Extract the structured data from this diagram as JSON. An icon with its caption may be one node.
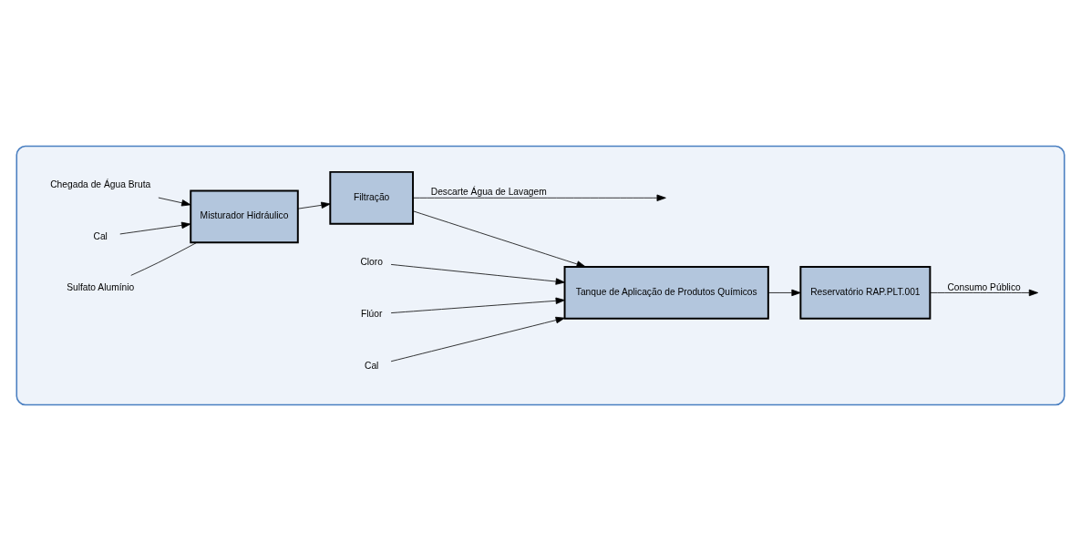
{
  "diagram": {
    "nodes": [
      {
        "text": [],
        "shape": "box"
      },
      {
        "text": [
          "Chegada de Água Bruta"
        ],
        "in": 0
      },
      {
        "text": [
          "Misturador Hidráulico"
        ],
        "in": 0
      },
      {
        "text": [
          "Filtração"
        ],
        "in": 0
      },
      {
        "text": [
          "Tanque de Aplicação de Produtos Químicos"
        ],
        "in": 0
      },
      {
        "text": [
          "Reservatório RAP.PLT.001"
        ],
        "in": 0
      },
      {
        "text": [
          "Cal"
        ],
        "in": 0
      },
      {
        "text": [
          "Sulfato Alumínio"
        ],
        "in": 0
      },
      {
        "text": [
          "Cloro"
        ],
        "in": 0
      },
      {
        "text": [
          "Flúor"
        ],
        "in": 0
      },
      {
        "text": [
          "Cal"
        ],
        "in": 0
      }
    ],
    "edges": [
      {
        "from": 1,
        "to": 2,
        "arrow": "to"
      },
      {
        "from": 6,
        "to": 2,
        "arrow": "to"
      },
      {
        "from": 7,
        "to": 2,
        "arrow": "none"
      },
      {
        "from": 2,
        "to": 3,
        "arrow": "to"
      },
      {
        "from": 3,
        "to": 4,
        "arrow": "to"
      },
      {
        "from": 8,
        "to": 4,
        "arrow": "to"
      },
      {
        "from": 9,
        "to": 4,
        "arrow": "to"
      },
      {
        "from": 10,
        "to": 4,
        "arrow": "to"
      },
      {
        "from": 4,
        "to": 5,
        "arrow": "to"
      },
      {
        "from": 5,
        "to": null,
        "arrow": "to",
        "label": "Consumo Público"
      },
      {
        "from": 3,
        "to": null,
        "arrow": "to",
        "label": "Descarte Água de Lavagem"
      }
    ]
  }
}
